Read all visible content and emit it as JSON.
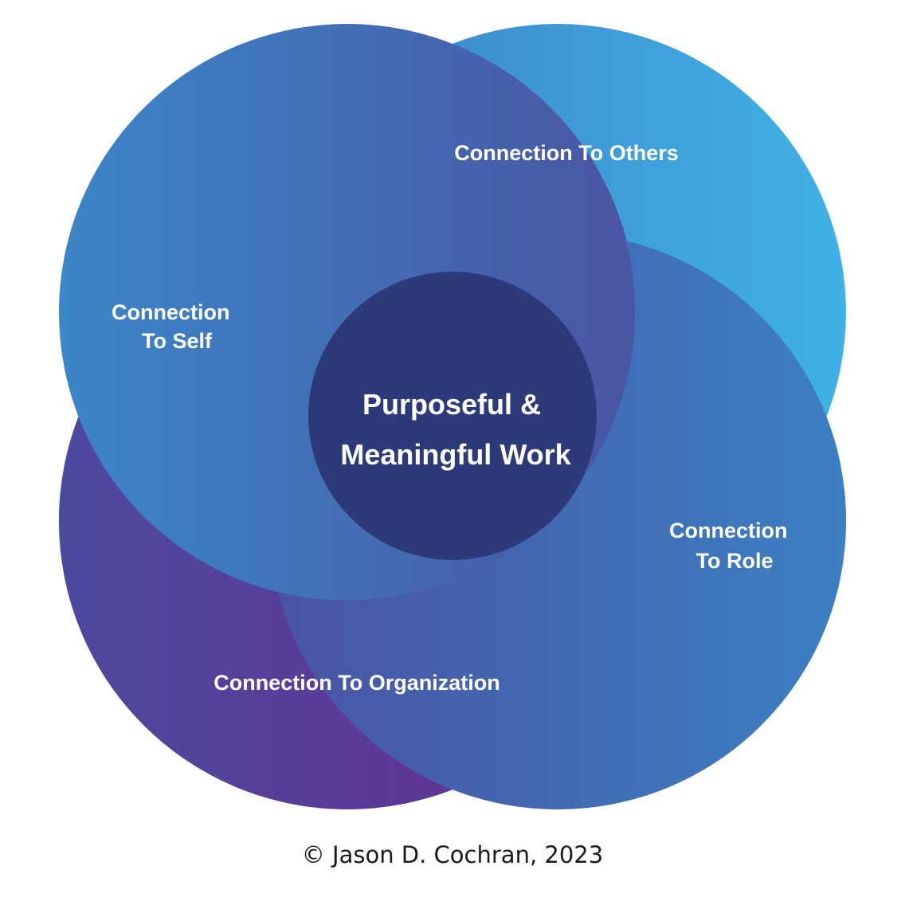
{
  "diagram": {
    "labels": {
      "self": [
        "Connection",
        "To Self"
      ],
      "others": [
        "Connection To Others"
      ],
      "role": [
        "Connection",
        "To Role"
      ],
      "organization": [
        "Connection To Organization"
      ],
      "center": [
        "Purposeful &",
        "Meaningful Work"
      ]
    },
    "copyright": "©  Jason D. Cochran, 2023"
  },
  "colors": {
    "background": "#ffffff",
    "self_start": "#3b86c8",
    "self_end": "#4a55a2",
    "others_start": "#3f7fc4",
    "others_end": "#3fb1e6",
    "role_start": "#4a53a3",
    "role_end": "#3b80c2",
    "organization_start": "#4d4a9e",
    "organization_end": "#662d91",
    "center": "#2d3a7a",
    "text": "#ffffff",
    "credit_text": "#1a1a1a"
  }
}
